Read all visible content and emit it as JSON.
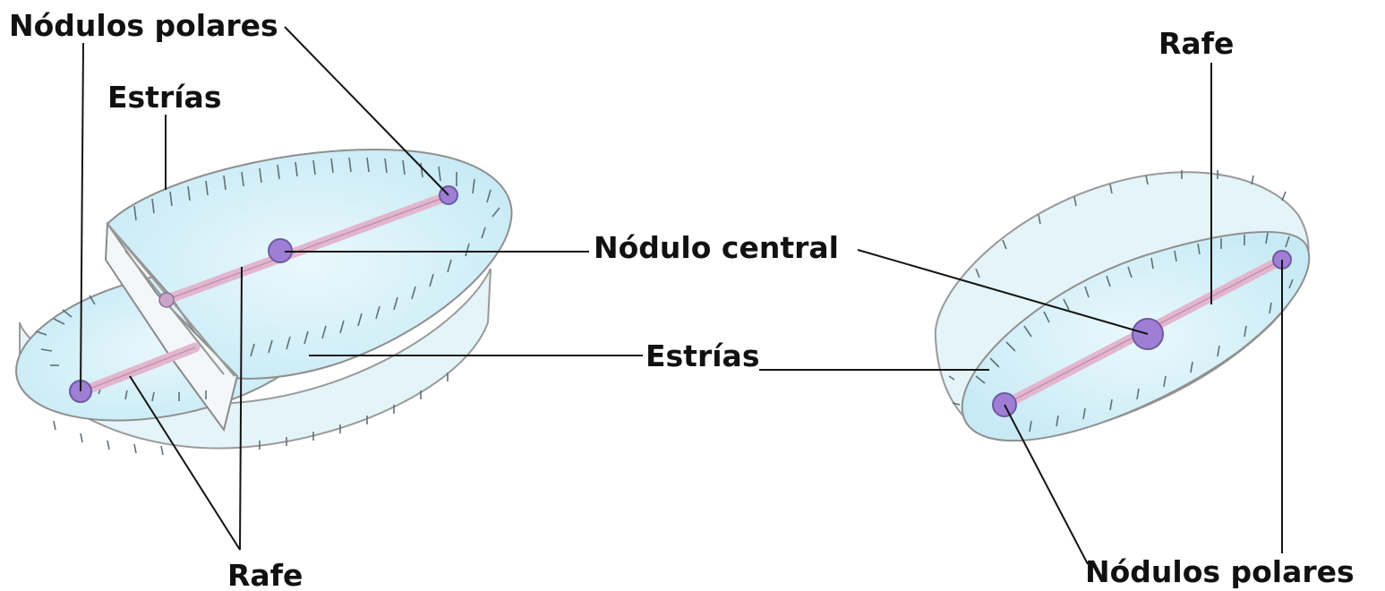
{
  "labels": {
    "nodulos_polares_top": "Nódulos polares",
    "estrias_top": "Estrías",
    "rafe_bottom_left": "Rafe",
    "nodulo_central": "Nódulo central",
    "estrias_middle": "Estrías",
    "rafe_top_right": "Rafe",
    "nodulos_polares_bottom": "Nódulos polares"
  },
  "colors": {
    "valve_fill": "#d8f1f8",
    "valve_fill_dark": "#bfe6f3",
    "girdle_fill": "#e4f4f8",
    "raphe": "#e3b6cf",
    "nodule": "#9f7fd6",
    "nodule_edge": "#6d5b9e"
  }
}
